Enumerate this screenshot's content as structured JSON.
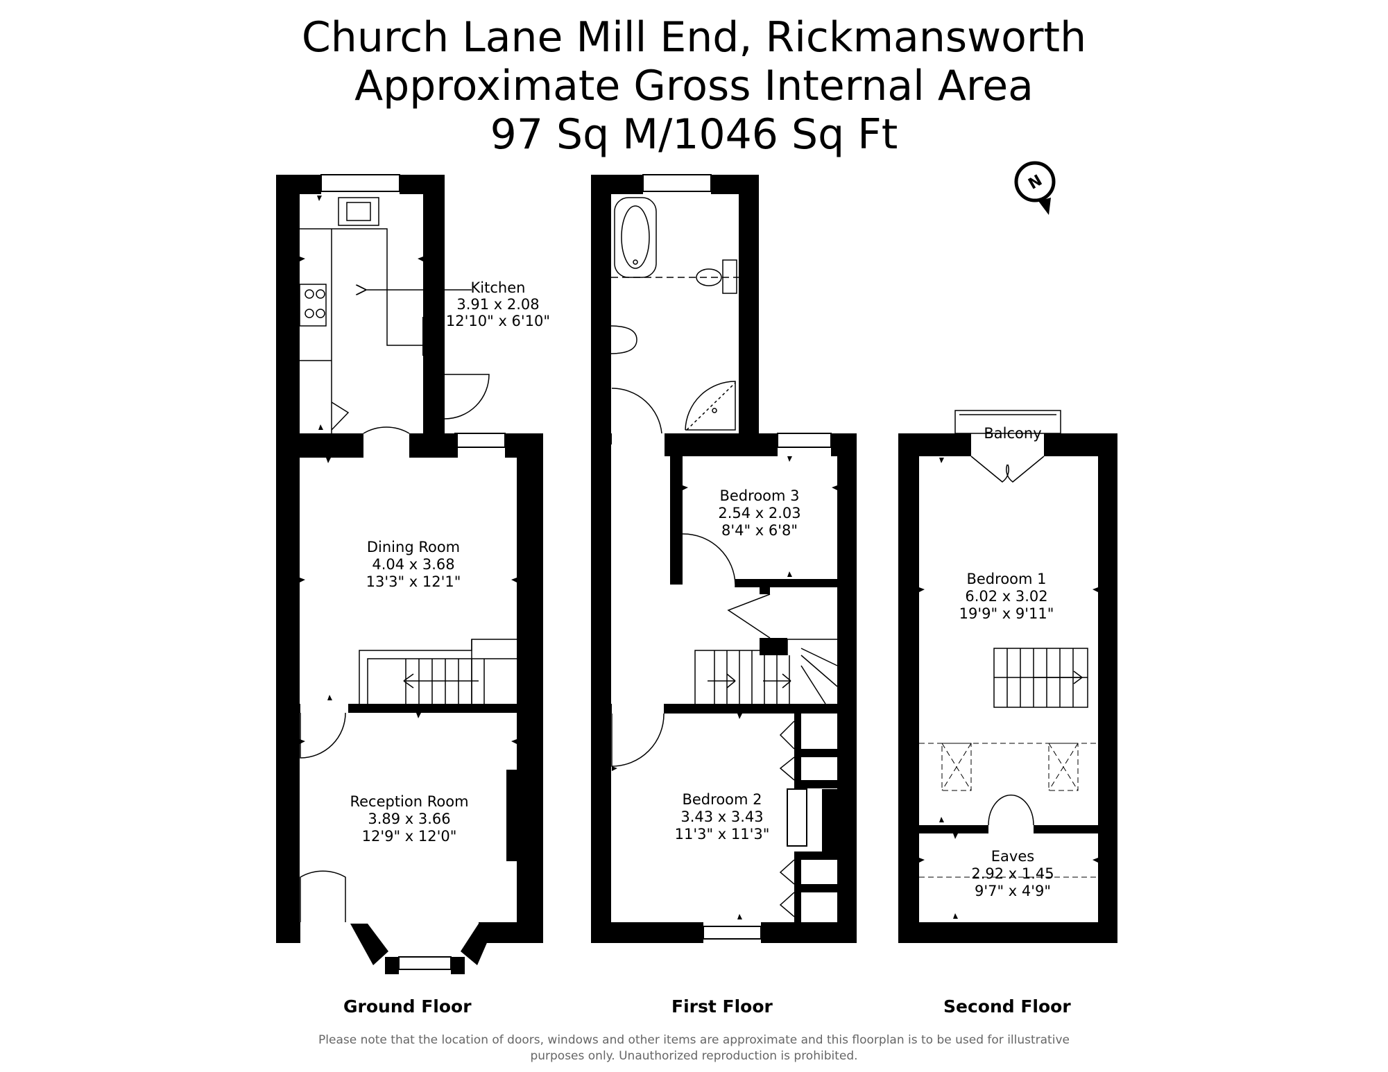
{
  "title": {
    "line1": "Church Lane Mill End, Rickmansworth",
    "line2": "Approximate Gross Internal Area",
    "line3": "97 Sq M/1046 Sq Ft"
  },
  "compass": {
    "letter": "N"
  },
  "rooms": {
    "kitchen": {
      "name": "Kitchen",
      "metric": "3.91 x 2.08",
      "imperial": "12'10\" x 6'10\""
    },
    "dining": {
      "name": "Dining Room",
      "metric": "4.04 x 3.68",
      "imperial": "13'3\" x 12'1\""
    },
    "reception": {
      "name": "Reception Room",
      "metric": "3.89 x 3.66",
      "imperial": "12'9\" x 12'0\""
    },
    "bedroom3": {
      "name": "Bedroom 3",
      "metric": "2.54 x 2.03",
      "imperial": "8'4\" x 6'8\""
    },
    "bedroom2": {
      "name": "Bedroom 2",
      "metric": "3.43 x 3.43",
      "imperial": "11'3\" x 11'3\""
    },
    "balcony": {
      "name": "Balcony"
    },
    "bedroom1": {
      "name": "Bedroom 1",
      "metric": "6.02 x 3.02",
      "imperial": "19'9\" x 9'11\""
    },
    "eaves": {
      "name": "Eaves",
      "metric": "2.92 x 1.45",
      "imperial": "9'7\" x 4'9\""
    }
  },
  "floors": {
    "ground": "Ground Floor",
    "first": "First Floor",
    "second": "Second Floor"
  },
  "disclaimer": {
    "line1": "Please note that the location of doors, windows and other items are approximate and this floorplan is to be used for illustrative",
    "line2": "purposes only. Unauthorized reproduction is prohibited."
  }
}
